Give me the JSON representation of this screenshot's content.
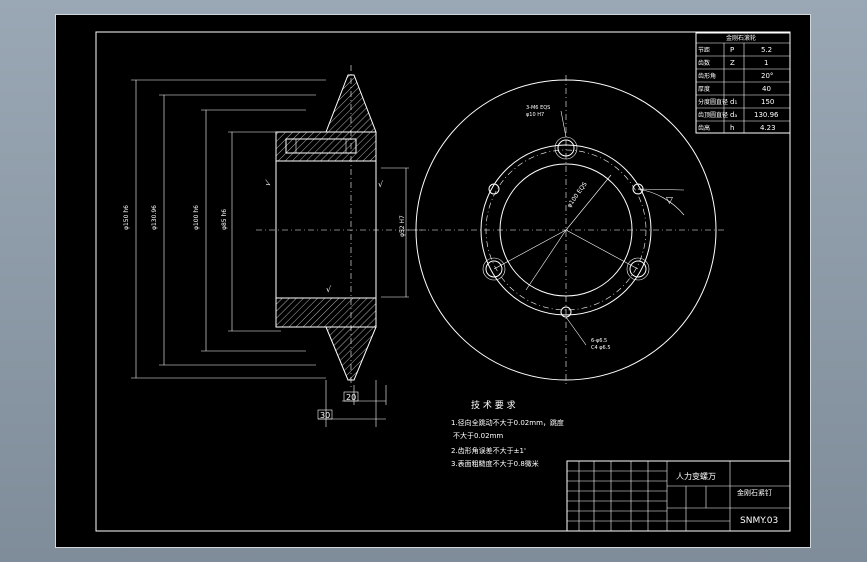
{
  "title_block": {
    "company": "人力变螺万",
    "drawing_name": "金刚石紧钉",
    "drawing_number": "SNMY.03"
  },
  "param_table": {
    "header": "金刚石滚轮",
    "rows": [
      {
        "name": "节距",
        "sym": "P",
        "val": "5.2"
      },
      {
        "name": "齿数",
        "sym": "Z",
        "val": "1"
      },
      {
        "name": "齿形角",
        "sym": "",
        "val": "20°"
      },
      {
        "name": "厚度",
        "sym": "",
        "val": "40"
      },
      {
        "name": "分度圆直径",
        "sym": "d₁",
        "val": "150"
      },
      {
        "name": "齿顶圆直径",
        "sym": "dₐ",
        "val": "130.96"
      },
      {
        "name": "齿高",
        "sym": "h",
        "val": "4.23"
      }
    ]
  },
  "tech_req": {
    "title": "技 术 要 求",
    "lines": [
      "1.径向全跳动不大于0.02mm，跳度",
      "不大于0.02mm",
      "2.齿形角误差不大于±1'",
      "3.表面粗糙度不大于0.8微米"
    ]
  },
  "dims": {
    "w20": "20",
    "w30": "30",
    "hole_note_1": "3-M6 EQS",
    "hole_note_2": "6-φ6.5"
  }
}
